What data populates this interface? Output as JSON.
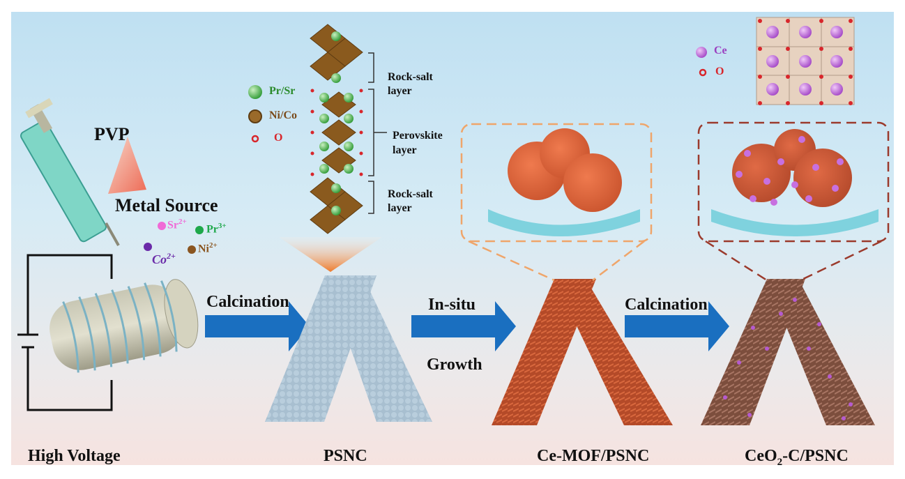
{
  "labels": {
    "pvp": "PVP",
    "metal_source": "Metal Source",
    "high_voltage": "High Voltage",
    "calcination_1": "Calcination",
    "in_situ": "In-situ",
    "growth": "Growth",
    "calcination_2": "Calcination",
    "psnc": "PSNC",
    "ce_mof_psnc": "Ce-MOF/PSNC",
    "ceo2_prefix": "CeO",
    "ceo2_sub": "2",
    "ceo2_suffix": "-C/PSNC"
  },
  "ions": {
    "sr": "Sr",
    "sr_charge": "2+",
    "pr": "Pr",
    "pr_charge": "3+",
    "ni": "Ni",
    "ni_charge": "2+",
    "co": "Co",
    "co_charge": "2+"
  },
  "legend_psnc": {
    "pr_sr": "Pr/Sr",
    "ni_co": "Ni/Co",
    "o": "O"
  },
  "legend_ceo2": {
    "ce": "Ce",
    "o": "O"
  },
  "structure_labels": {
    "rock_salt_top": "Rock-salt",
    "layer_top": "layer",
    "perovskite": "Perovskite",
    "layer_mid": "layer",
    "rock_salt_bottom": "Rock-salt",
    "layer_bottom": "layer"
  },
  "colors": {
    "arrow": "#1a6fc0",
    "psnc_fiber": "#9fb7c9",
    "mof_fiber": "#c65a32",
    "ceo2_fiber": "#8a5a47",
    "ce_atom": "#b65bd1",
    "o_atom": "#d8262b",
    "prsr_atom": "#3faa3f",
    "nico_atom": "#9a6a2a",
    "octahedron": "#8a5a1e",
    "sr_ion": "#f06ad6",
    "pr_ion": "#1ea84a",
    "ni_ion": "#8a5520",
    "co_ion": "#6a2aa8"
  }
}
